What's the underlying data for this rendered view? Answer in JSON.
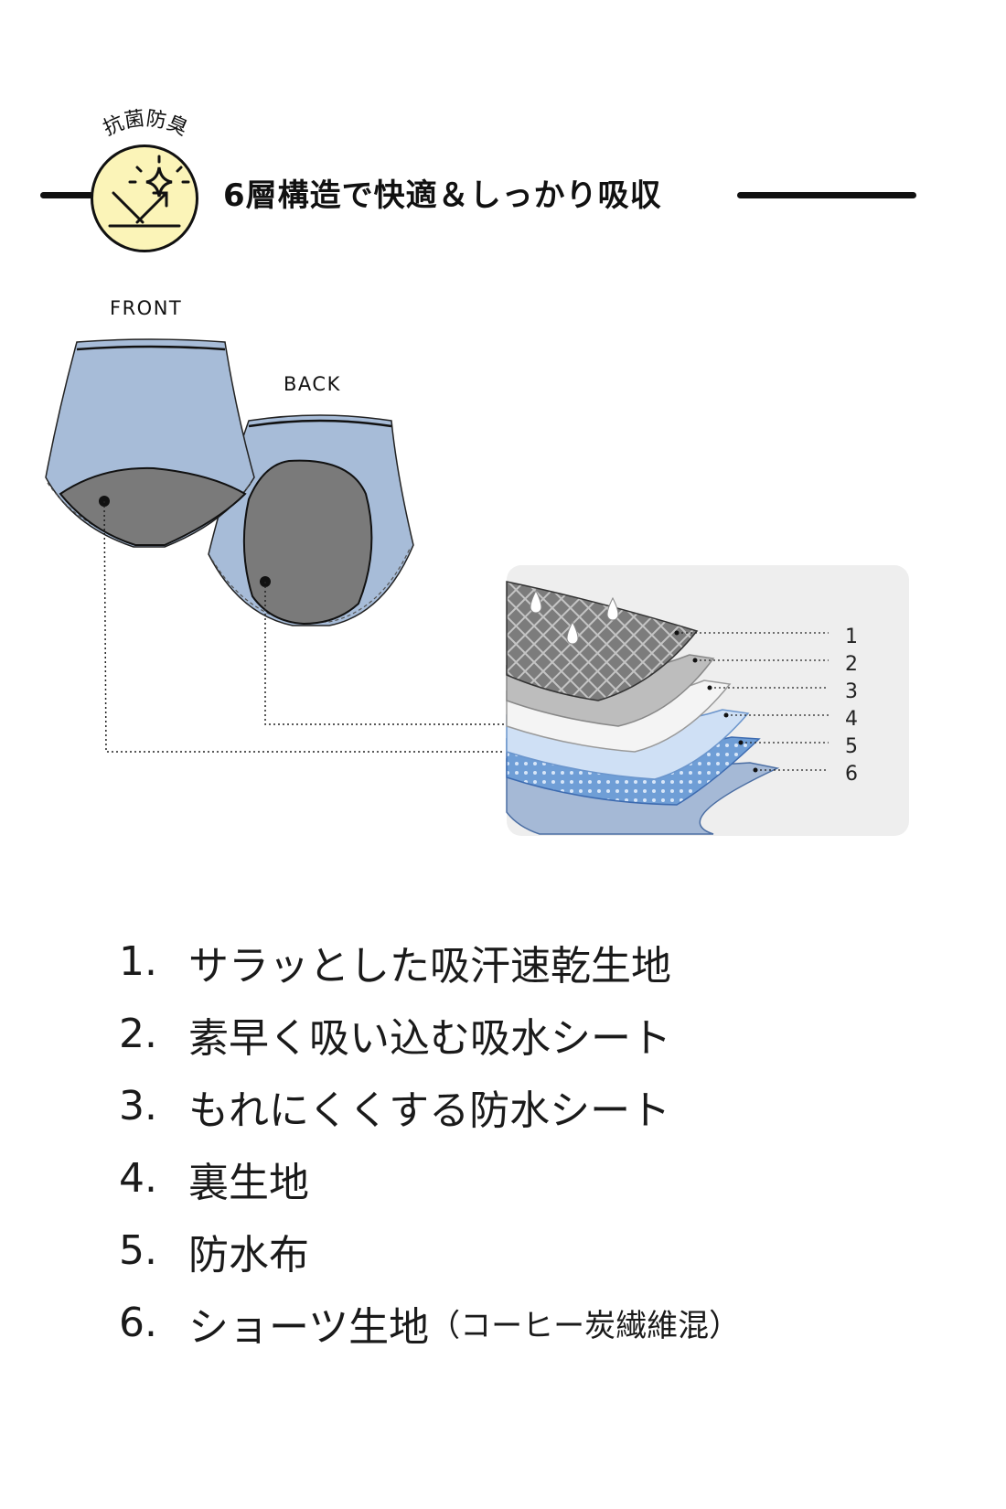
{
  "header": {
    "badge_label": "抗菌防臭",
    "title": "6層構造で快適＆しっかり吸収",
    "badge_icon": "sparkle-icon"
  },
  "views": {
    "front_label": "FRONT",
    "back_label": "BACK"
  },
  "layer_numbers": [
    "1",
    "2",
    "3",
    "4",
    "5",
    "6"
  ],
  "layers": [
    {
      "number": "1.",
      "text": "サラッとした吸汗速乾生地"
    },
    {
      "number": "2.",
      "text": "素早く吸い込む吸水シート"
    },
    {
      "number": "3.",
      "text": "もれにくくする防水シート"
    },
    {
      "number": "4.",
      "text": "裏生地"
    },
    {
      "number": "5.",
      "text": "防水布"
    },
    {
      "number": "6.",
      "text": "ショーツ生地",
      "note": "（コーヒー炭繊維混）"
    }
  ],
  "colors": {
    "garment_blue": "#a7bcd8",
    "gusset_gray": "#7a7a7a",
    "badge_yellow": "#fbf4b8",
    "panel_gray": "#eeeeee"
  }
}
